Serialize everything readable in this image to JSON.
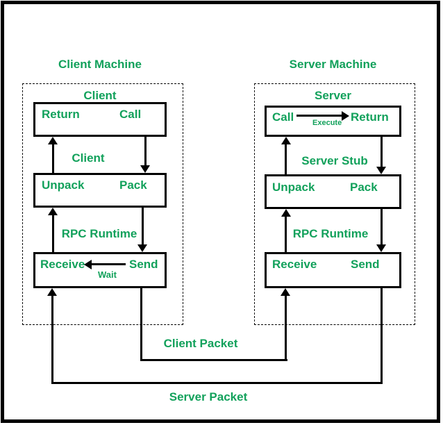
{
  "titles": {
    "client_machine": "Client Machine",
    "server_machine": "Server Machine"
  },
  "client": {
    "box_label": "Client",
    "return_label": "Return",
    "call_label": "Call",
    "stub_label": "Client",
    "unpack_label": "Unpack",
    "pack_label": "Pack",
    "runtime_label": "RPC Runtime",
    "receive_label": "Receive",
    "send_label": "Send",
    "wait_label": "Wait"
  },
  "server": {
    "box_label": "Server",
    "call_label": "Call",
    "execute_label": "Execute",
    "return_label": "Return",
    "stub_label": "Server Stub",
    "unpack_label": "Unpack",
    "pack_label": "Pack",
    "runtime_label": "RPC Runtime",
    "receive_label": "Receive",
    "send_label": "Send"
  },
  "packets": {
    "client_packet": "Client Packet",
    "server_packet": "Server Packet"
  },
  "colors": {
    "text_green": "#12A15B",
    "line_black": "#000000",
    "background": "#FFFFFF"
  }
}
